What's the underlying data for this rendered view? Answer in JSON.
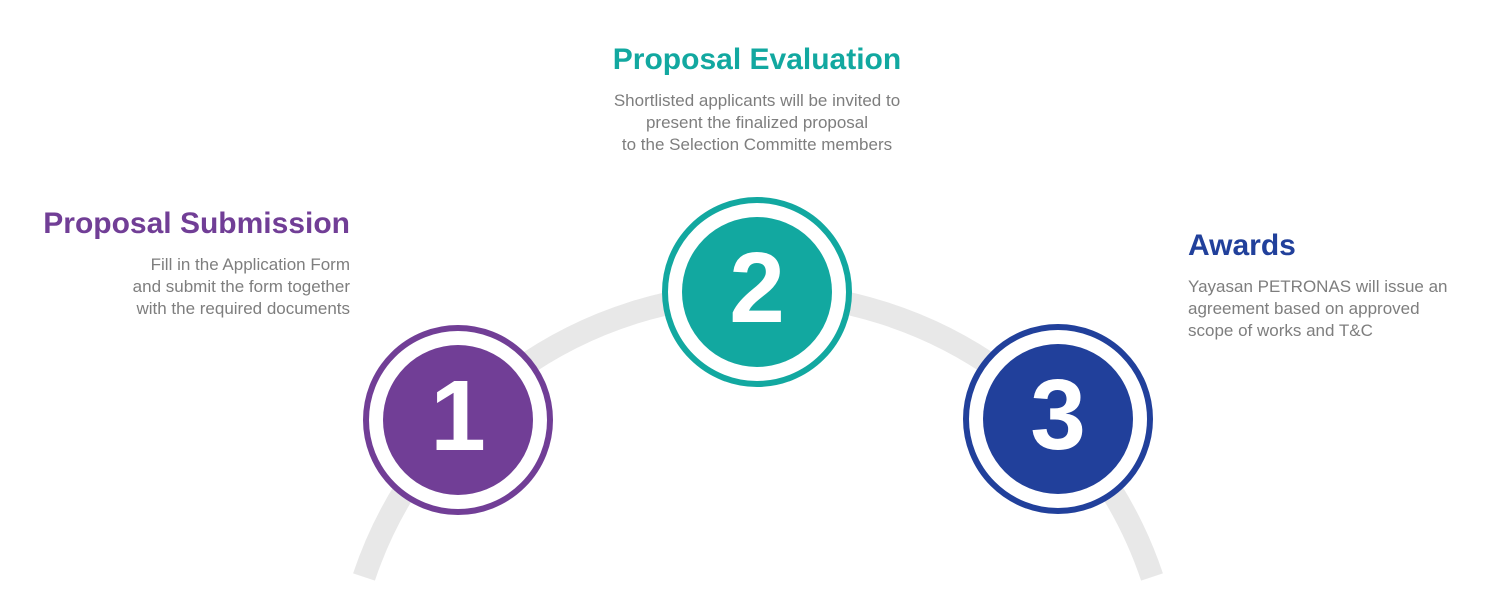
{
  "diagram": {
    "type": "process-steps",
    "arc": {
      "color": "#E8E8E8"
    },
    "body_text_color": "#7E7E7E",
    "steps": [
      {
        "number": "1",
        "title": "Proposal Submission",
        "color": "#713E96",
        "desc": [
          "Fill in the Application Form",
          "and submit the form together",
          "with the required documents"
        ]
      },
      {
        "number": "2",
        "title": "Proposal Evaluation",
        "color": "#12A8A0",
        "desc": [
          "Shortlisted applicants will be invited to",
          "present the finalized proposal",
          "to the Selection Committe members"
        ]
      },
      {
        "number": "3",
        "title": "Awards",
        "color": "#21409B",
        "desc": [
          "Yayasan PETRONAS will issue an",
          "agreement based on approved",
          "scope of works and T&C"
        ]
      }
    ]
  }
}
